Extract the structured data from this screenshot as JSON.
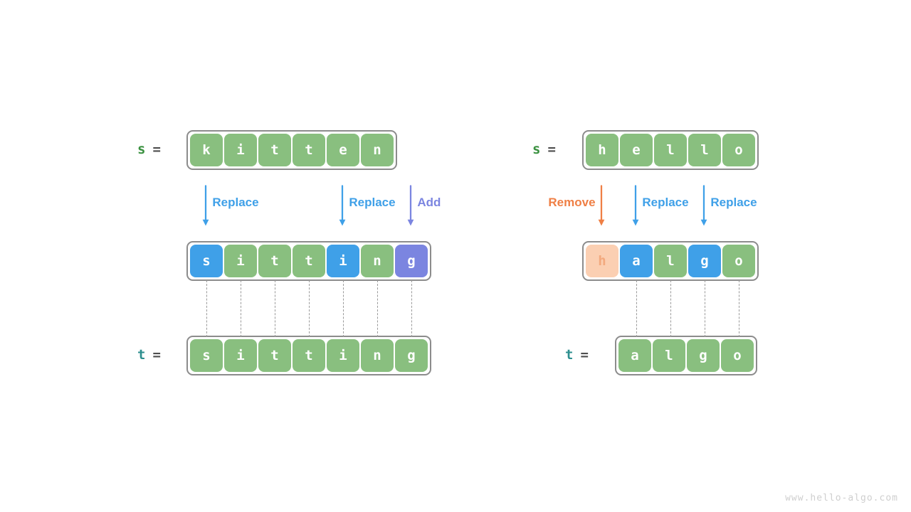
{
  "watermark": "www.hello-algo.com",
  "colors": {
    "green": "#89bf7f",
    "blue": "#3fa0e8",
    "purple": "#7b85e0",
    "orange": "#ef7f45",
    "faded_orange_bg": "#fbcfb2",
    "container_border": "#8c8c8c",
    "connector": "#9a9a9a",
    "label_s": "#3a9140",
    "label_t": "#2e8f8f",
    "equals": "#4d4d4d",
    "watermark": "#cfcfcf"
  },
  "examples": [
    {
      "id": "kitten-sitting",
      "source": {
        "var_name": "s",
        "equals": "=",
        "word": "kitten",
        "cells": [
          {
            "char": "k",
            "style": "green"
          },
          {
            "char": "i",
            "style": "green"
          },
          {
            "char": "t",
            "style": "green"
          },
          {
            "char": "t",
            "style": "green"
          },
          {
            "char": "e",
            "style": "green"
          },
          {
            "char": "n",
            "style": "green"
          }
        ]
      },
      "operations": [
        {
          "label": "Replace",
          "color": "blue",
          "target_index": 0,
          "label_side": "right"
        },
        {
          "label": "Replace",
          "color": "blue",
          "target_index": 4,
          "label_side": "right"
        },
        {
          "label": "Add",
          "color": "purple",
          "target_index": 6,
          "label_side": "right"
        }
      ],
      "result": {
        "word": "sitting",
        "cells": [
          {
            "char": "s",
            "style": "blue"
          },
          {
            "char": "i",
            "style": "green"
          },
          {
            "char": "t",
            "style": "green"
          },
          {
            "char": "t",
            "style": "green"
          },
          {
            "char": "i",
            "style": "blue"
          },
          {
            "char": "n",
            "style": "green"
          },
          {
            "char": "g",
            "style": "purple"
          }
        ]
      },
      "target": {
        "var_name": "t",
        "equals": "=",
        "word": "sitting",
        "cells": [
          {
            "char": "s",
            "style": "green"
          },
          {
            "char": "i",
            "style": "green"
          },
          {
            "char": "t",
            "style": "green"
          },
          {
            "char": "t",
            "style": "green"
          },
          {
            "char": "i",
            "style": "green"
          },
          {
            "char": "n",
            "style": "green"
          },
          {
            "char": "g",
            "style": "green"
          }
        ]
      },
      "connectors": [
        0,
        1,
        2,
        3,
        4,
        5,
        6
      ]
    },
    {
      "id": "hello-algo",
      "source": {
        "var_name": "s",
        "equals": "=",
        "word": "hello",
        "cells": [
          {
            "char": "h",
            "style": "green"
          },
          {
            "char": "e",
            "style": "green"
          },
          {
            "char": "l",
            "style": "green"
          },
          {
            "char": "l",
            "style": "green"
          },
          {
            "char": "o",
            "style": "green"
          }
        ]
      },
      "operations": [
        {
          "label": "Remove",
          "color": "orange",
          "target_index": 0,
          "label_side": "left"
        },
        {
          "label": "Replace",
          "color": "blue",
          "target_index": 1,
          "label_side": "right"
        },
        {
          "label": "Replace",
          "color": "blue",
          "target_index": 3,
          "label_side": "right"
        }
      ],
      "result": {
        "word": "halgo",
        "cells": [
          {
            "char": "h",
            "style": "faded"
          },
          {
            "char": "a",
            "style": "blue"
          },
          {
            "char": "l",
            "style": "green"
          },
          {
            "char": "g",
            "style": "blue"
          },
          {
            "char": "o",
            "style": "green"
          }
        ]
      },
      "target": {
        "var_name": "t",
        "equals": "=",
        "word": "algo",
        "cells": [
          {
            "char": "a",
            "style": "green"
          },
          {
            "char": "l",
            "style": "green"
          },
          {
            "char": "g",
            "style": "green"
          },
          {
            "char": "o",
            "style": "green"
          }
        ]
      },
      "connectors": [
        1,
        2,
        3,
        4
      ]
    }
  ]
}
